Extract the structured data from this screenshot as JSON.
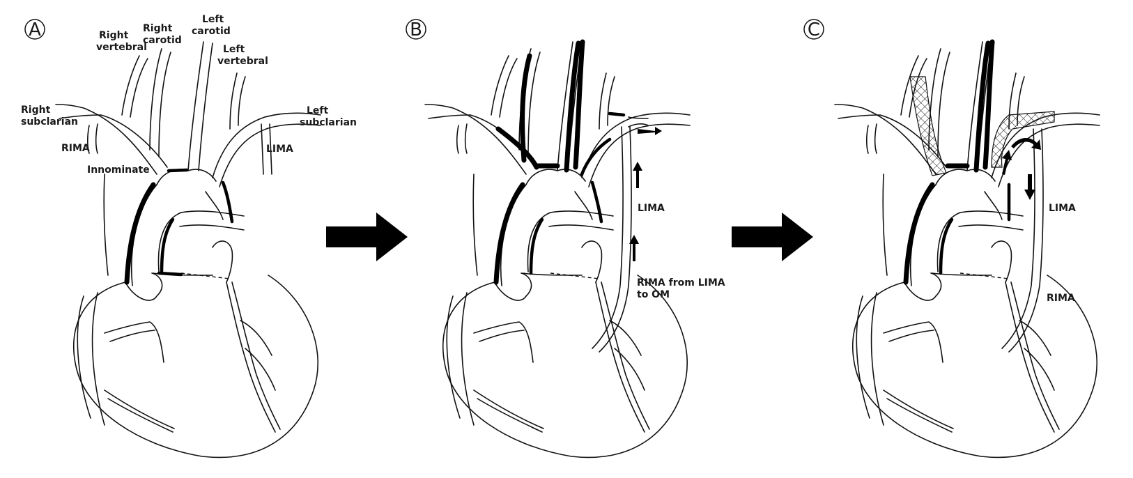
{
  "panels": [
    {
      "id": "A",
      "labels": [
        "Right vertebral",
        "Right carotid",
        "Left carotid",
        "Left vertebral",
        "Right subclarian",
        "Left subclarian",
        "RIMA",
        "LIMA",
        "Innominate"
      ]
    },
    {
      "id": "B",
      "labels": [
        "LIMA",
        "RIMA from LIMA to OM"
      ]
    },
    {
      "id": "C",
      "labels": [
        "LIMA",
        "RIMA"
      ]
    }
  ],
  "text": {
    "a_right_vertebral_1": "Right",
    "a_right_vertebral_2": "vertebral",
    "a_right_carotid_1": "Right",
    "a_right_carotid_2": "carotid",
    "a_left_carotid_1": "Left",
    "a_left_carotid_2": "carotid",
    "a_left_vertebral_1": "Left",
    "a_left_vertebral_2": "vertebral",
    "a_right_subclarian_1": "Right",
    "a_right_subclarian_2": "subclarian",
    "a_left_subclarian_1": "Left",
    "a_left_subclarian_2": "subclarian",
    "a_rima": "RIMA",
    "a_lima": "LIMA",
    "a_innominate": "Innominate",
    "b_lima": "LIMA",
    "b_rima_1": "RIMA from LIMA",
    "b_rima_2": "to OM",
    "c_lima": "LIMA",
    "c_rima": "RIMA"
  },
  "colors": {
    "ink": "#111111",
    "background": "#ffffff"
  }
}
